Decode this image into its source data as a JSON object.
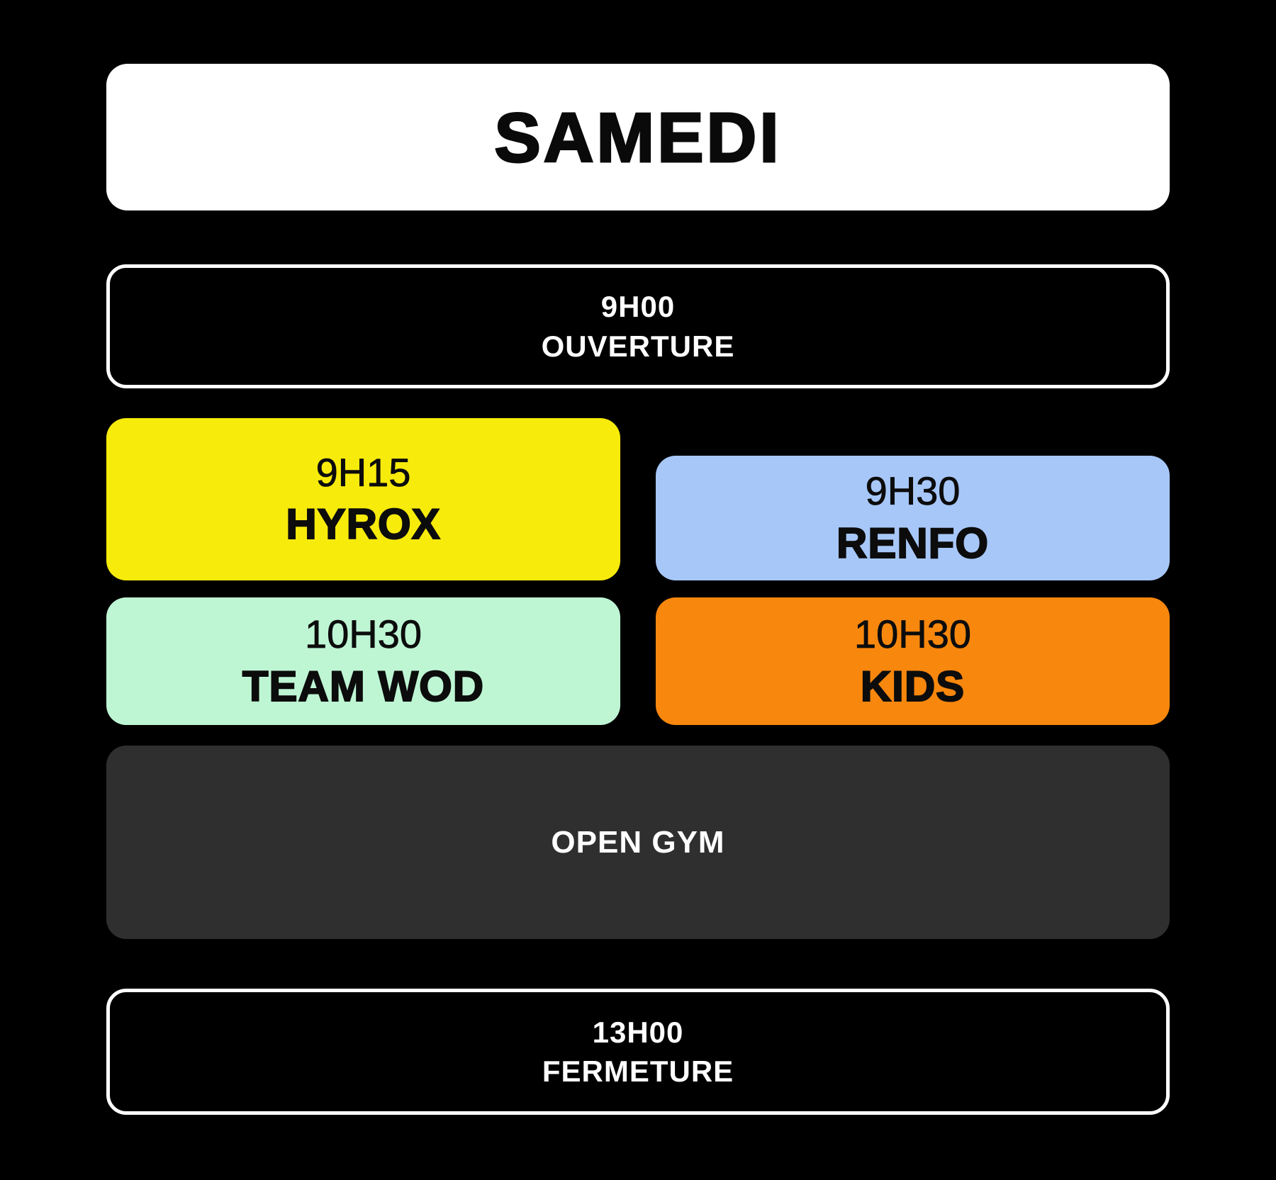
{
  "header": {
    "day": "SAMEDI"
  },
  "opening": {
    "time": "9H00",
    "label": "OUVERTURE"
  },
  "classes": [
    {
      "time": "9H15",
      "name": "HYROX",
      "bg": "#F7EB0B"
    },
    {
      "time": "9H30",
      "name": "RENFO",
      "bg": "#A7C7F8"
    },
    {
      "time": "10H30",
      "name": "TEAM WOD",
      "bg": "#BEF6D4"
    },
    {
      "time": "10H30",
      "name": "KIDS",
      "bg": "#F8870E"
    }
  ],
  "open_gym": {
    "label": "OPEN GYM",
    "bg": "#2F2F2F"
  },
  "closing": {
    "time": "13H00",
    "label": "FERMETURE"
  },
  "colors": {
    "background": "#000000",
    "card": "#FFFFFF",
    "border": "#FFFFFF",
    "text_dark": "#0A0A0A",
    "text_light": "#FFFFFF"
  }
}
